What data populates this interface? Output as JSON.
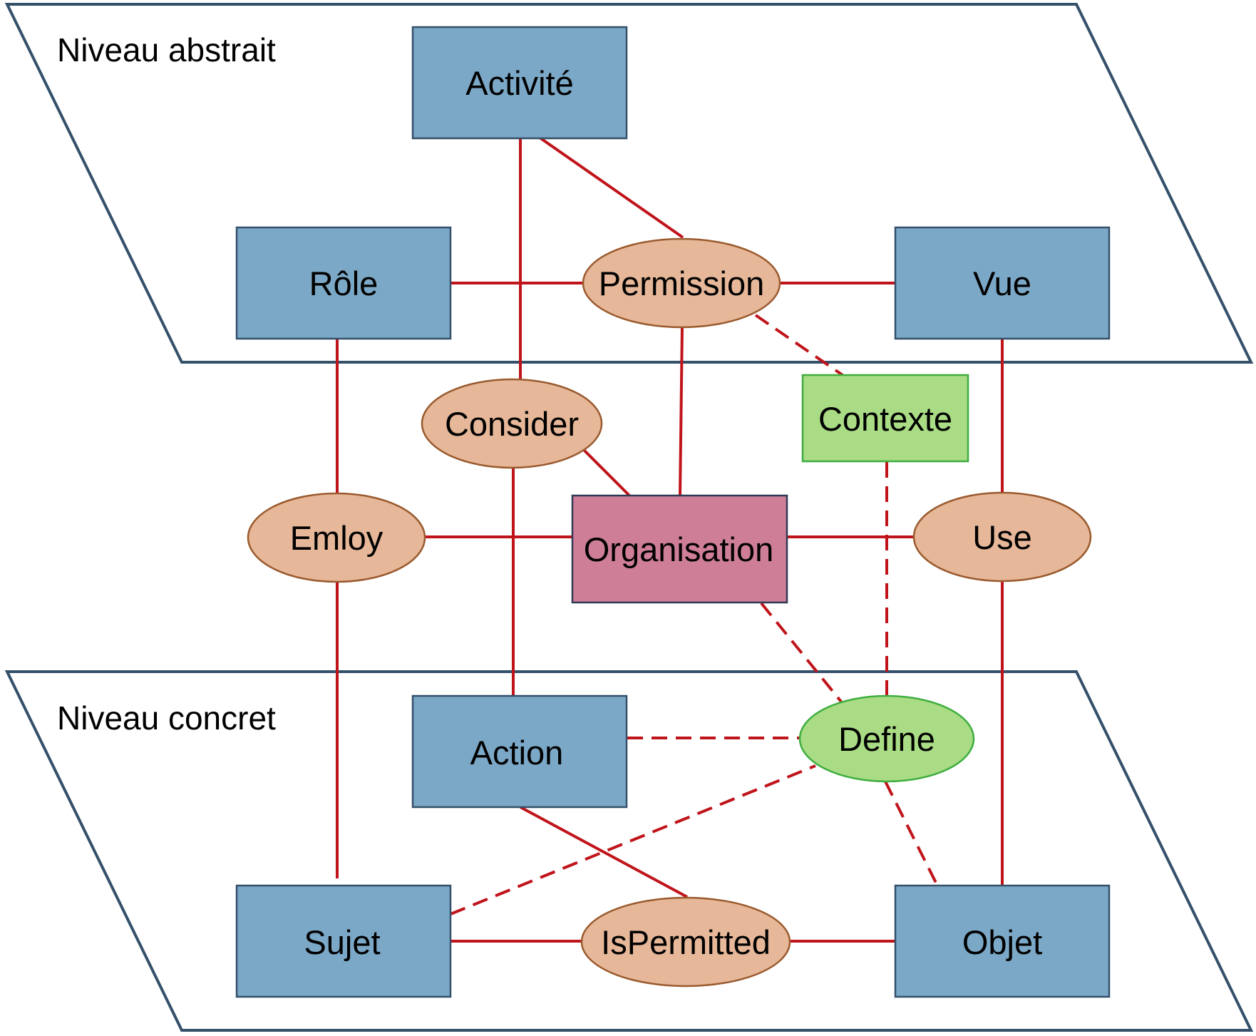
{
  "levels": {
    "abstract": "Niveau abstrait",
    "concrete": "Niveau concret"
  },
  "entities": {
    "activite": "Activité",
    "role": "Rôle",
    "vue": "Vue",
    "contexte": "Contexte",
    "organisation": "Organisation",
    "action": "Action",
    "sujet": "Sujet",
    "objet": "Objet"
  },
  "relations": {
    "permission": "Permission",
    "consider": "Consider",
    "emloy": "Emloy",
    "use": "Use",
    "define": "Define",
    "ispermitted": "IsPermitted"
  },
  "colors": {
    "entity_box": "#7ba8c6",
    "organisation_box": "#cf7e97",
    "context_box": "#a9dc84",
    "relation_ellipse": "#e6b798",
    "define_ellipse": "#a9dc84",
    "link_line": "#c0141b",
    "plane_border": "#34506a"
  }
}
